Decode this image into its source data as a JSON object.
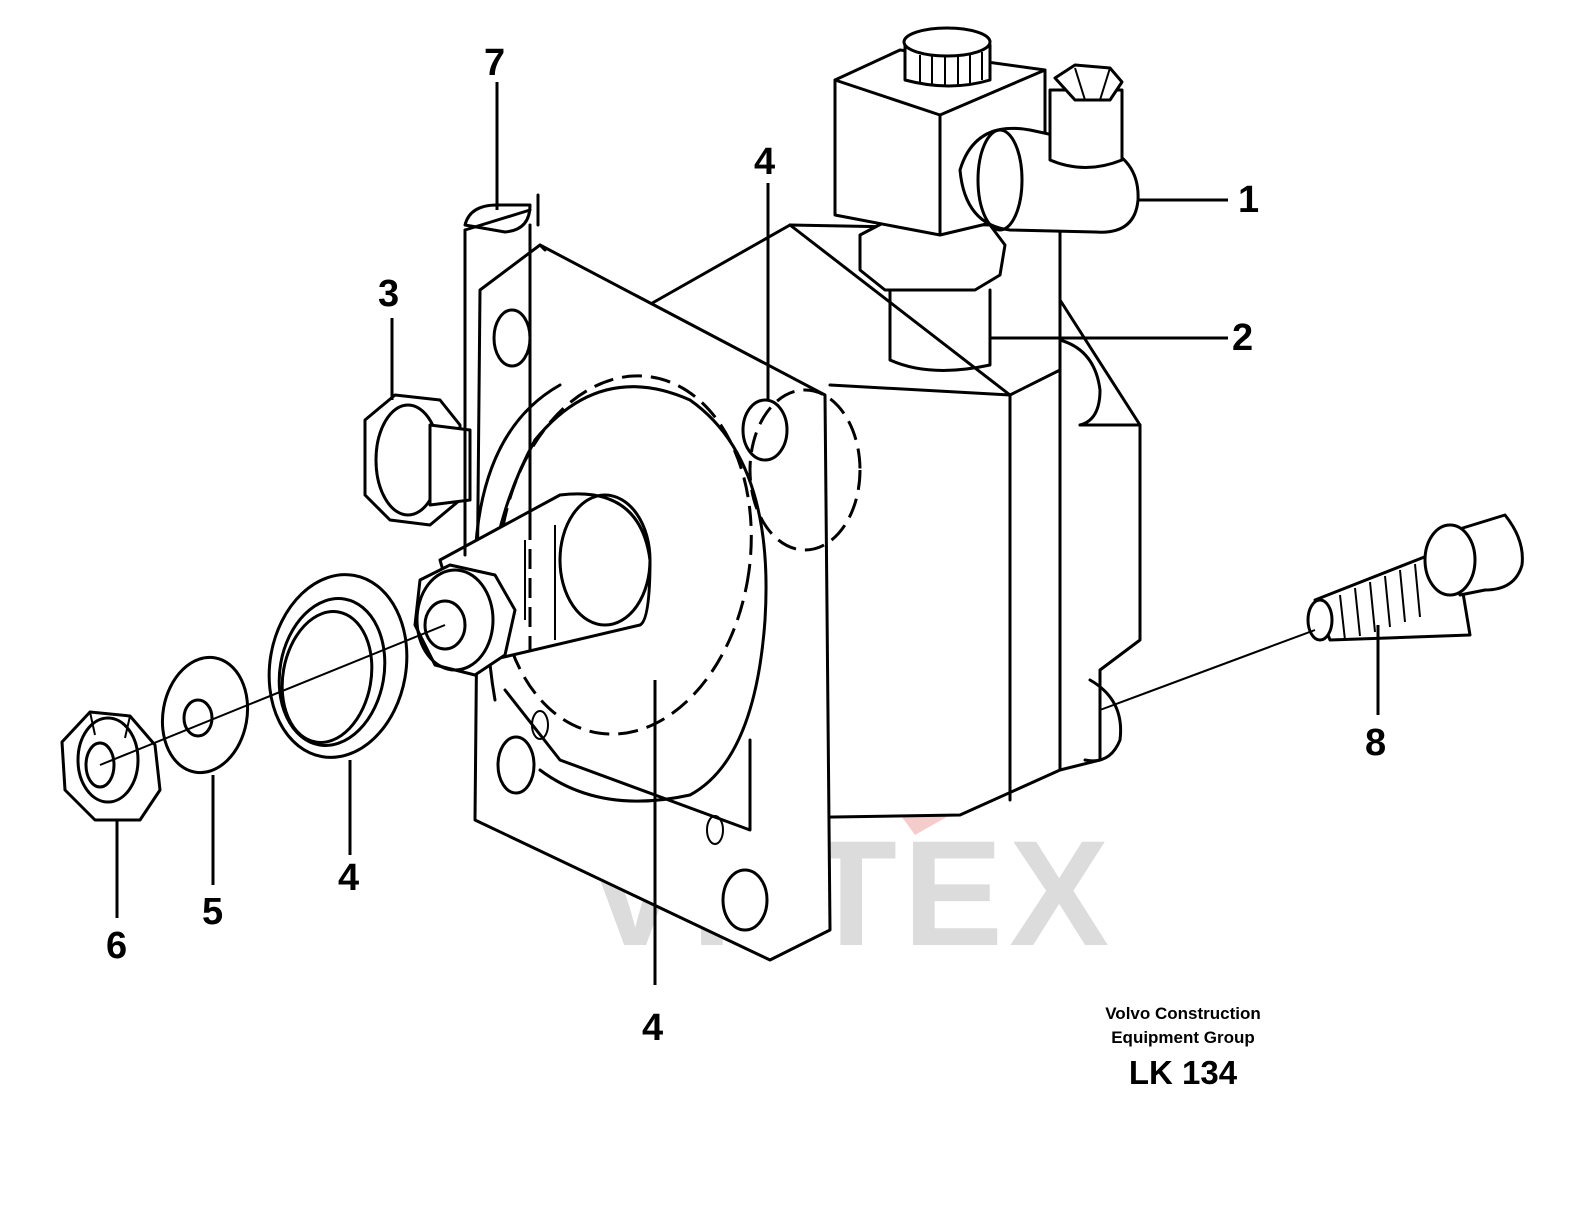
{
  "diagram": {
    "callouts": [
      {
        "id": "c1",
        "label": "1"
      },
      {
        "id": "c2",
        "label": "2"
      },
      {
        "id": "c3",
        "label": "3"
      },
      {
        "id": "c4a",
        "label": "4"
      },
      {
        "id": "c4b",
        "label": "4"
      },
      {
        "id": "c4c",
        "label": "4"
      },
      {
        "id": "c5",
        "label": "5"
      },
      {
        "id": "c6",
        "label": "6"
      },
      {
        "id": "c7",
        "label": "7"
      },
      {
        "id": "c8",
        "label": "8"
      }
    ],
    "caption": {
      "line1": "Volvo Construction",
      "line2": "Equipment Group",
      "code": "LK 134"
    },
    "watermark": {
      "text": "VHTEX",
      "gear_color": "#f4c6c6",
      "text_color": "#dcdcdc"
    }
  }
}
